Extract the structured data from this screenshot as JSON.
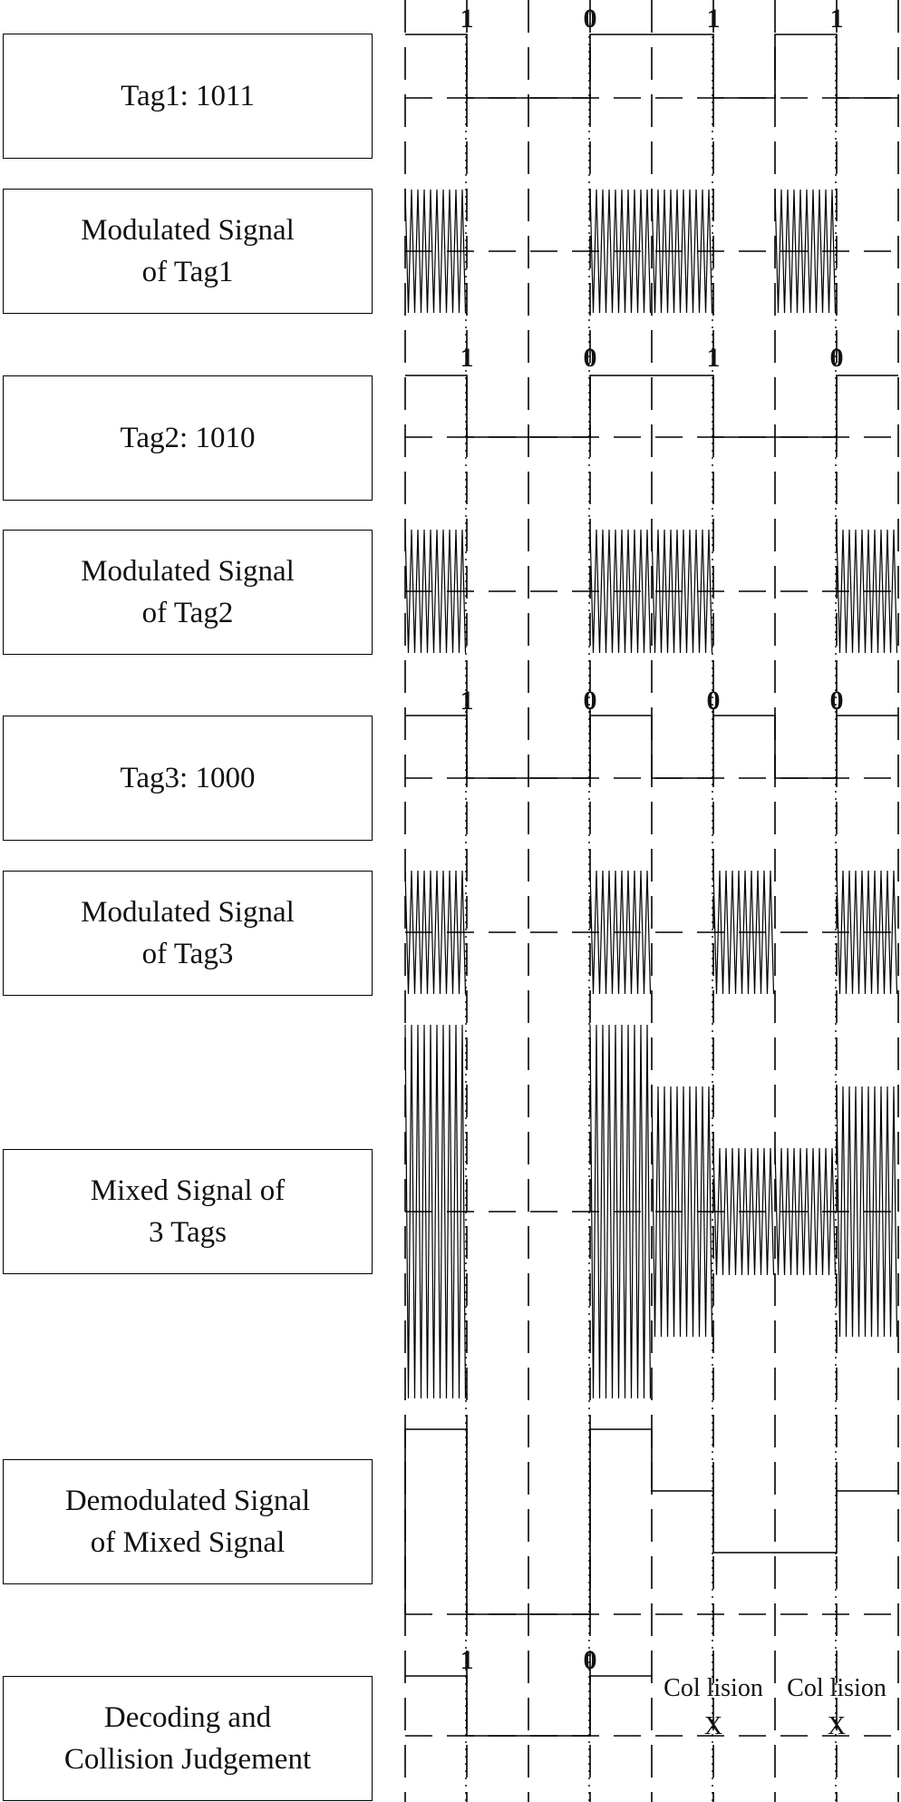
{
  "rows": [
    {
      "label": "Tag1: 1011"
    },
    {
      "label": "Modulated Signal\nof Tag1"
    },
    {
      "label": "Tag2: 1010"
    },
    {
      "label": "Modulated Signal\nof Tag2"
    },
    {
      "label": "Tag3: 1000"
    },
    {
      "label": "Modulated Signal\nof Tag3"
    },
    {
      "label": "Mixed Signal of\n3 Tags"
    },
    {
      "label": "Demodulated Signal\nof Mixed Signal"
    },
    {
      "label": "Decoding and\nCollision Judgement"
    }
  ],
  "tags": [
    {
      "name": "Tag1",
      "bits": [
        "1",
        "0",
        "1",
        "1"
      ]
    },
    {
      "name": "Tag2",
      "bits": [
        "1",
        "0",
        "1",
        "0"
      ]
    },
    {
      "name": "Tag3",
      "bits": [
        "1",
        "0",
        "0",
        "0"
      ]
    }
  ],
  "decoded": {
    "bits": [
      "1",
      "0"
    ],
    "collision_label": "Col lision",
    "collision_mark": "X"
  },
  "colors": {
    "line": "#000000",
    "text": "#111111"
  }
}
